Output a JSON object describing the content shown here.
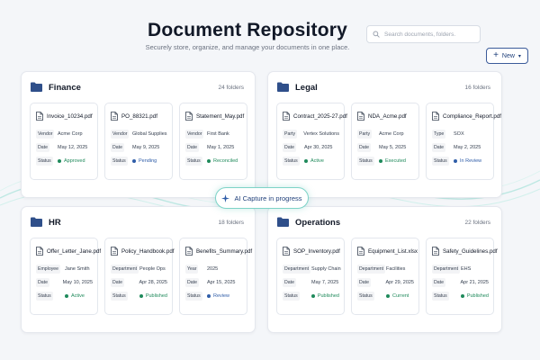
{
  "header": {
    "title": "Document Repository",
    "subtitle": "Securely store, organize, and manage your documents in one place.",
    "search_placeholder": "Search documents, folders.",
    "new_button": "New"
  },
  "ai_chip": {
    "label": "AI Capture in progress"
  },
  "colors": {
    "accent": "#2f4f8a",
    "teal": "#5ec4b8",
    "green": "#1f8a5b",
    "blue": "#2f5da8"
  },
  "panels": [
    {
      "title": "Finance",
      "count": "24 folders",
      "cards": [
        {
          "file": "Invoice_10234.pdf",
          "rows": [
            [
              "Vendor",
              "Acme Corp"
            ],
            [
              "Date",
              "May 12, 2025"
            ]
          ],
          "status_key": "Status",
          "status": "Approved",
          "status_color": "green"
        },
        {
          "file": "PO_88321.pdf",
          "rows": [
            [
              "Vendor",
              "Global Supplies"
            ],
            [
              "Date",
              "May 9, 2025"
            ]
          ],
          "status_key": "Status",
          "status": "Pending",
          "status_color": "blue"
        },
        {
          "file": "Statement_May.pdf",
          "rows": [
            [
              "Vendor",
              "First Bank"
            ],
            [
              "Date",
              "May 1, 2025"
            ]
          ],
          "status_key": "Status",
          "status": "Reconciled",
          "status_color": "green"
        }
      ]
    },
    {
      "title": "Legal",
      "count": "16 folders",
      "cards": [
        {
          "file": "Contract_2025-27.pdf",
          "rows": [
            [
              "Party",
              "Vertex Solutions"
            ],
            [
              "Date",
              "Apr 30, 2025"
            ]
          ],
          "status_key": "Status",
          "status": "Active",
          "status_color": "green"
        },
        {
          "file": "NDA_Acme.pdf",
          "rows": [
            [
              "Party",
              "Acme Corp"
            ],
            [
              "Date",
              "May 5, 2025"
            ]
          ],
          "status_key": "Status",
          "status": "Executed",
          "status_color": "green"
        },
        {
          "file": "Compliance_Report.pdf",
          "rows": [
            [
              "Type",
              "SOX"
            ],
            [
              "Date",
              "May 2, 2025"
            ]
          ],
          "status_key": "Status",
          "status": "In Review",
          "status_color": "blue"
        }
      ]
    },
    {
      "title": "HR",
      "count": "18 folders",
      "cards": [
        {
          "file": "Offer_Letter_Jane.pdf",
          "rows": [
            [
              "Employee",
              "Jane Smith"
            ],
            [
              "Date",
              "May 10, 2025"
            ]
          ],
          "status_key": "Status",
          "status": "Active",
          "status_color": "green"
        },
        {
          "file": "Policy_Handbook.pdf",
          "rows": [
            [
              "Department",
              "People Ops"
            ],
            [
              "Date",
              "Apr 28, 2025"
            ]
          ],
          "status_key": "Status",
          "status": "Published",
          "status_color": "green"
        },
        {
          "file": "Benefits_Summary.pdf",
          "rows": [
            [
              "Year",
              "2025"
            ],
            [
              "Date",
              "Apr 15, 2025"
            ]
          ],
          "status_key": "Status",
          "status": "Review",
          "status_color": "blue"
        }
      ]
    },
    {
      "title": "Operations",
      "count": "22 folders",
      "cards": [
        {
          "file": "SOP_Inventory.pdf",
          "rows": [
            [
              "Department",
              "Supply Chain"
            ],
            [
              "Date",
              "May 7, 2025"
            ]
          ],
          "status_key": "Status",
          "status": "Published",
          "status_color": "green"
        },
        {
          "file": "Equipment_List.xlsx",
          "rows": [
            [
              "Department",
              "Facilities"
            ],
            [
              "Date",
              "Apr 29, 2025"
            ]
          ],
          "status_key": "Status",
          "status": "Current",
          "status_color": "green"
        },
        {
          "file": "Safety_Guidelines.pdf",
          "rows": [
            [
              "Department",
              "EHS"
            ],
            [
              "Date",
              "Apr 21, 2025"
            ]
          ],
          "status_key": "Status",
          "status": "Published",
          "status_color": "green"
        }
      ]
    }
  ]
}
